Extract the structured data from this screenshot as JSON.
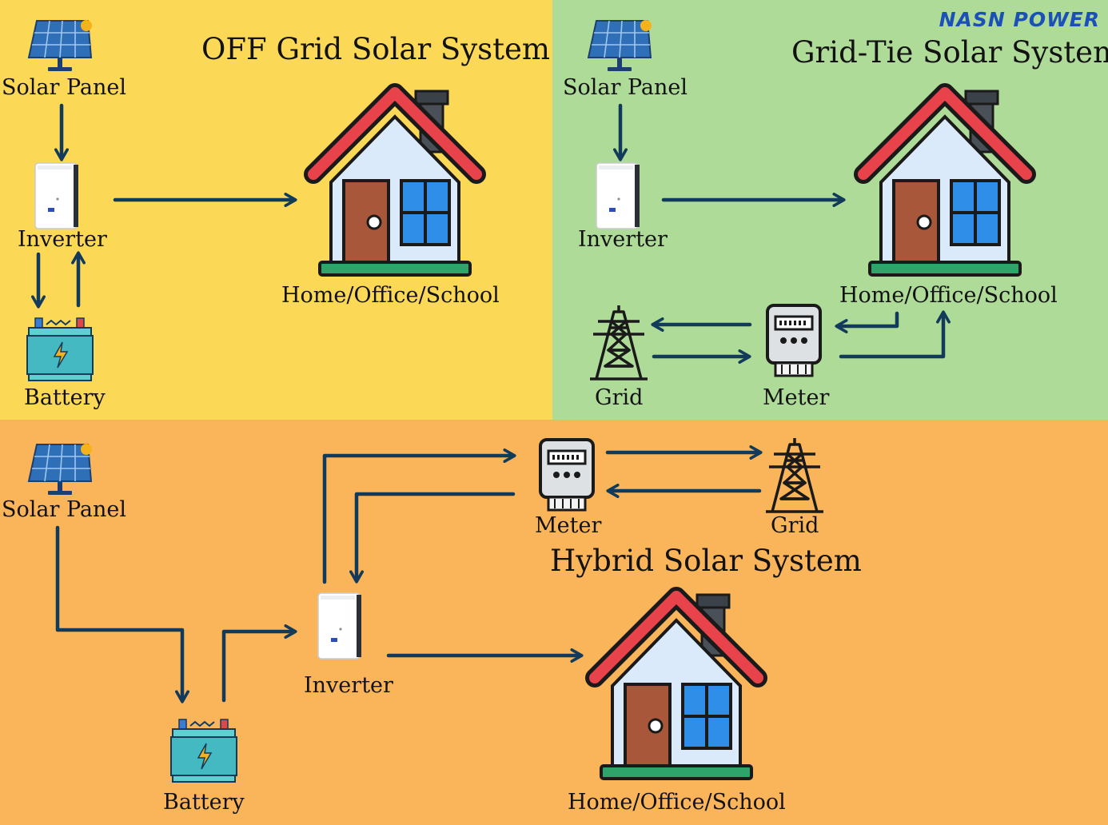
{
  "brand": "NASN POWER",
  "colors": {
    "off_grid_bg": "#fcd857",
    "grid_tie_bg": "#aedb98",
    "hybrid_bg": "#fab55a",
    "arrow": "#123b5b",
    "brand": "#1a50b8",
    "roof": "#e8424a",
    "door": "#a9573a",
    "window": "#2f8fe8",
    "base": "#2ea36a"
  },
  "off_grid": {
    "title": "OFF Grid Solar System",
    "solar_panel": "Solar Panel",
    "inverter": "Inverter",
    "battery": "Battery",
    "home": "Home/Office/School"
  },
  "grid_tie": {
    "title": "Grid-Tie Solar System",
    "solar_panel": "Solar Panel",
    "inverter": "Inverter",
    "home": "Home/Office/School",
    "grid": "Grid",
    "meter": "Meter"
  },
  "hybrid": {
    "title": "Hybrid Solar System",
    "solar_panel": "Solar Panel",
    "inverter": "Inverter",
    "battery": "Battery",
    "meter": "Meter",
    "grid": "Grid",
    "home": "Home/Office/School"
  }
}
